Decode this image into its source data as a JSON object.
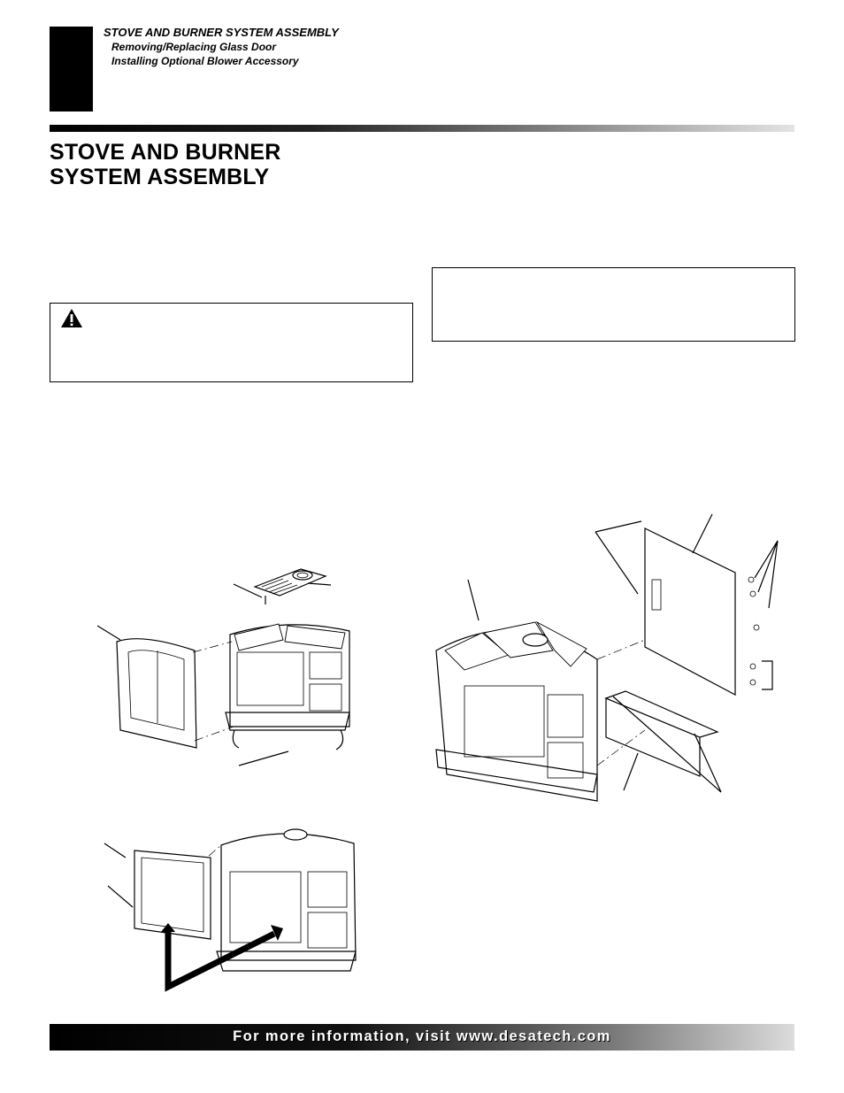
{
  "header": {
    "section_title": "STOVE AND BURNER SYSTEM ASSEMBLY",
    "subsections": [
      "Removing/Replacing Glass Door",
      "Installing Optional Blower Accessory"
    ]
  },
  "page_title": {
    "line1": "STOVE AND BURNER",
    "line2": "SYSTEM ASSEMBLY"
  },
  "footer": {
    "text": "For more information, visit www.desatech.com"
  },
  "icons": {
    "warning": "warning-triangle-icon"
  },
  "colors": {
    "page": "#ffffff",
    "ink": "#000000"
  }
}
